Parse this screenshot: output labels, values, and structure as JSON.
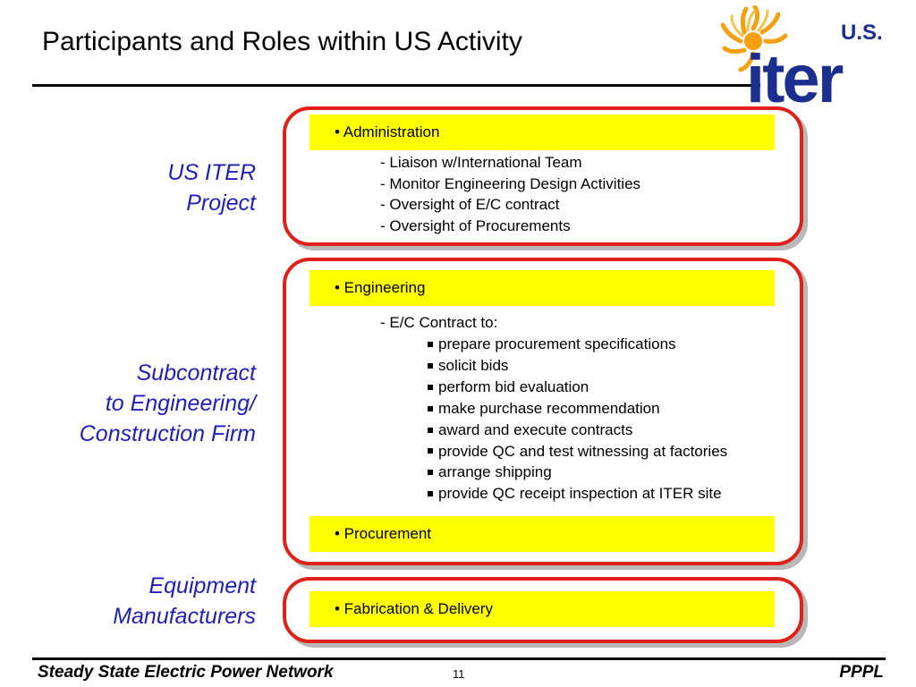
{
  "slide": {
    "title": "Participants and Roles within US Activity",
    "logo_text_us": "U.S.",
    "logo_text_iter": "iter",
    "page_number": "11"
  },
  "sections": {
    "us_iter": {
      "label_lines": [
        "US ITER",
        "Project"
      ],
      "bar": "• Administration",
      "items": [
        "- Liaison w/International Team",
        "- Monitor Engineering Design Activities",
        "- Oversight of E/C contract",
        "- Oversight of Procurements"
      ]
    },
    "subcontract": {
      "label_lines": [
        "Subcontract",
        "to Engineering/",
        "Construction Firm"
      ],
      "bar_engineering": "• Engineering",
      "contract_intro": "- E/C Contract to:",
      "tasks": [
        "prepare procurement specifications",
        "solicit bids",
        "perform bid evaluation",
        "make purchase recommendation",
        "award and execute contracts",
        "provide QC and test witnessing at factories",
        "arrange shipping",
        "provide QC receipt inspection at ITER site"
      ],
      "bar_procurement": "• Procurement"
    },
    "equipment": {
      "label_lines": [
        "Equipment",
        "Manufacturers"
      ],
      "bar": "• Fabrication & Delivery"
    }
  },
  "footer": {
    "left": "Steady State Electric Power Network",
    "right": "PPPL"
  },
  "colors": {
    "box_border": "#e0201a",
    "highlight_bar": "#ffff00",
    "side_label": "#1f1fb8",
    "logo_blue": "#1c2f8f",
    "logo_sun": "#f5a011"
  }
}
